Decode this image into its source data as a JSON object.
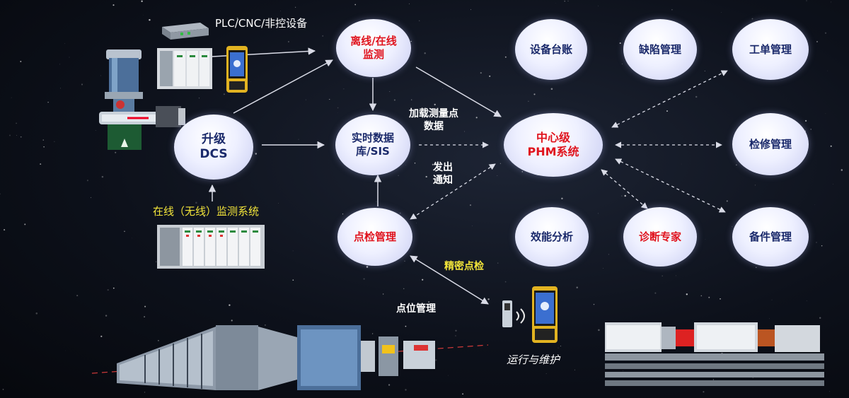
{
  "nodes": {
    "offline_online": "离线/在线\n监测",
    "realtime_db": "实时数据\n库/SIS",
    "inspection": "点检管理",
    "upgrade_dcs": "升级\nDCS",
    "phm": "中心级\nPHM系统",
    "asset_ledger": "设备台账",
    "defect": "缺陷管理",
    "work_order": "工单管理",
    "maintenance": "检修管理",
    "spare_parts": "备件管理",
    "efficiency": "效能分析",
    "diagnosis": "诊断专家"
  },
  "labels": {
    "plc": "PLC/CNC/非控设备",
    "online_system": "在线（无线）监测系统",
    "load_points": "加载测量点\n数据",
    "notify": "发出\n通知",
    "precision": "精密点检",
    "point_mgmt": "点位管理",
    "operation": "运行与维护"
  },
  "colors": {
    "navy": "#1b2a6b",
    "red": "#e0141e",
    "yellow": "#f2e43a",
    "arrow": "#d9dbe6"
  }
}
